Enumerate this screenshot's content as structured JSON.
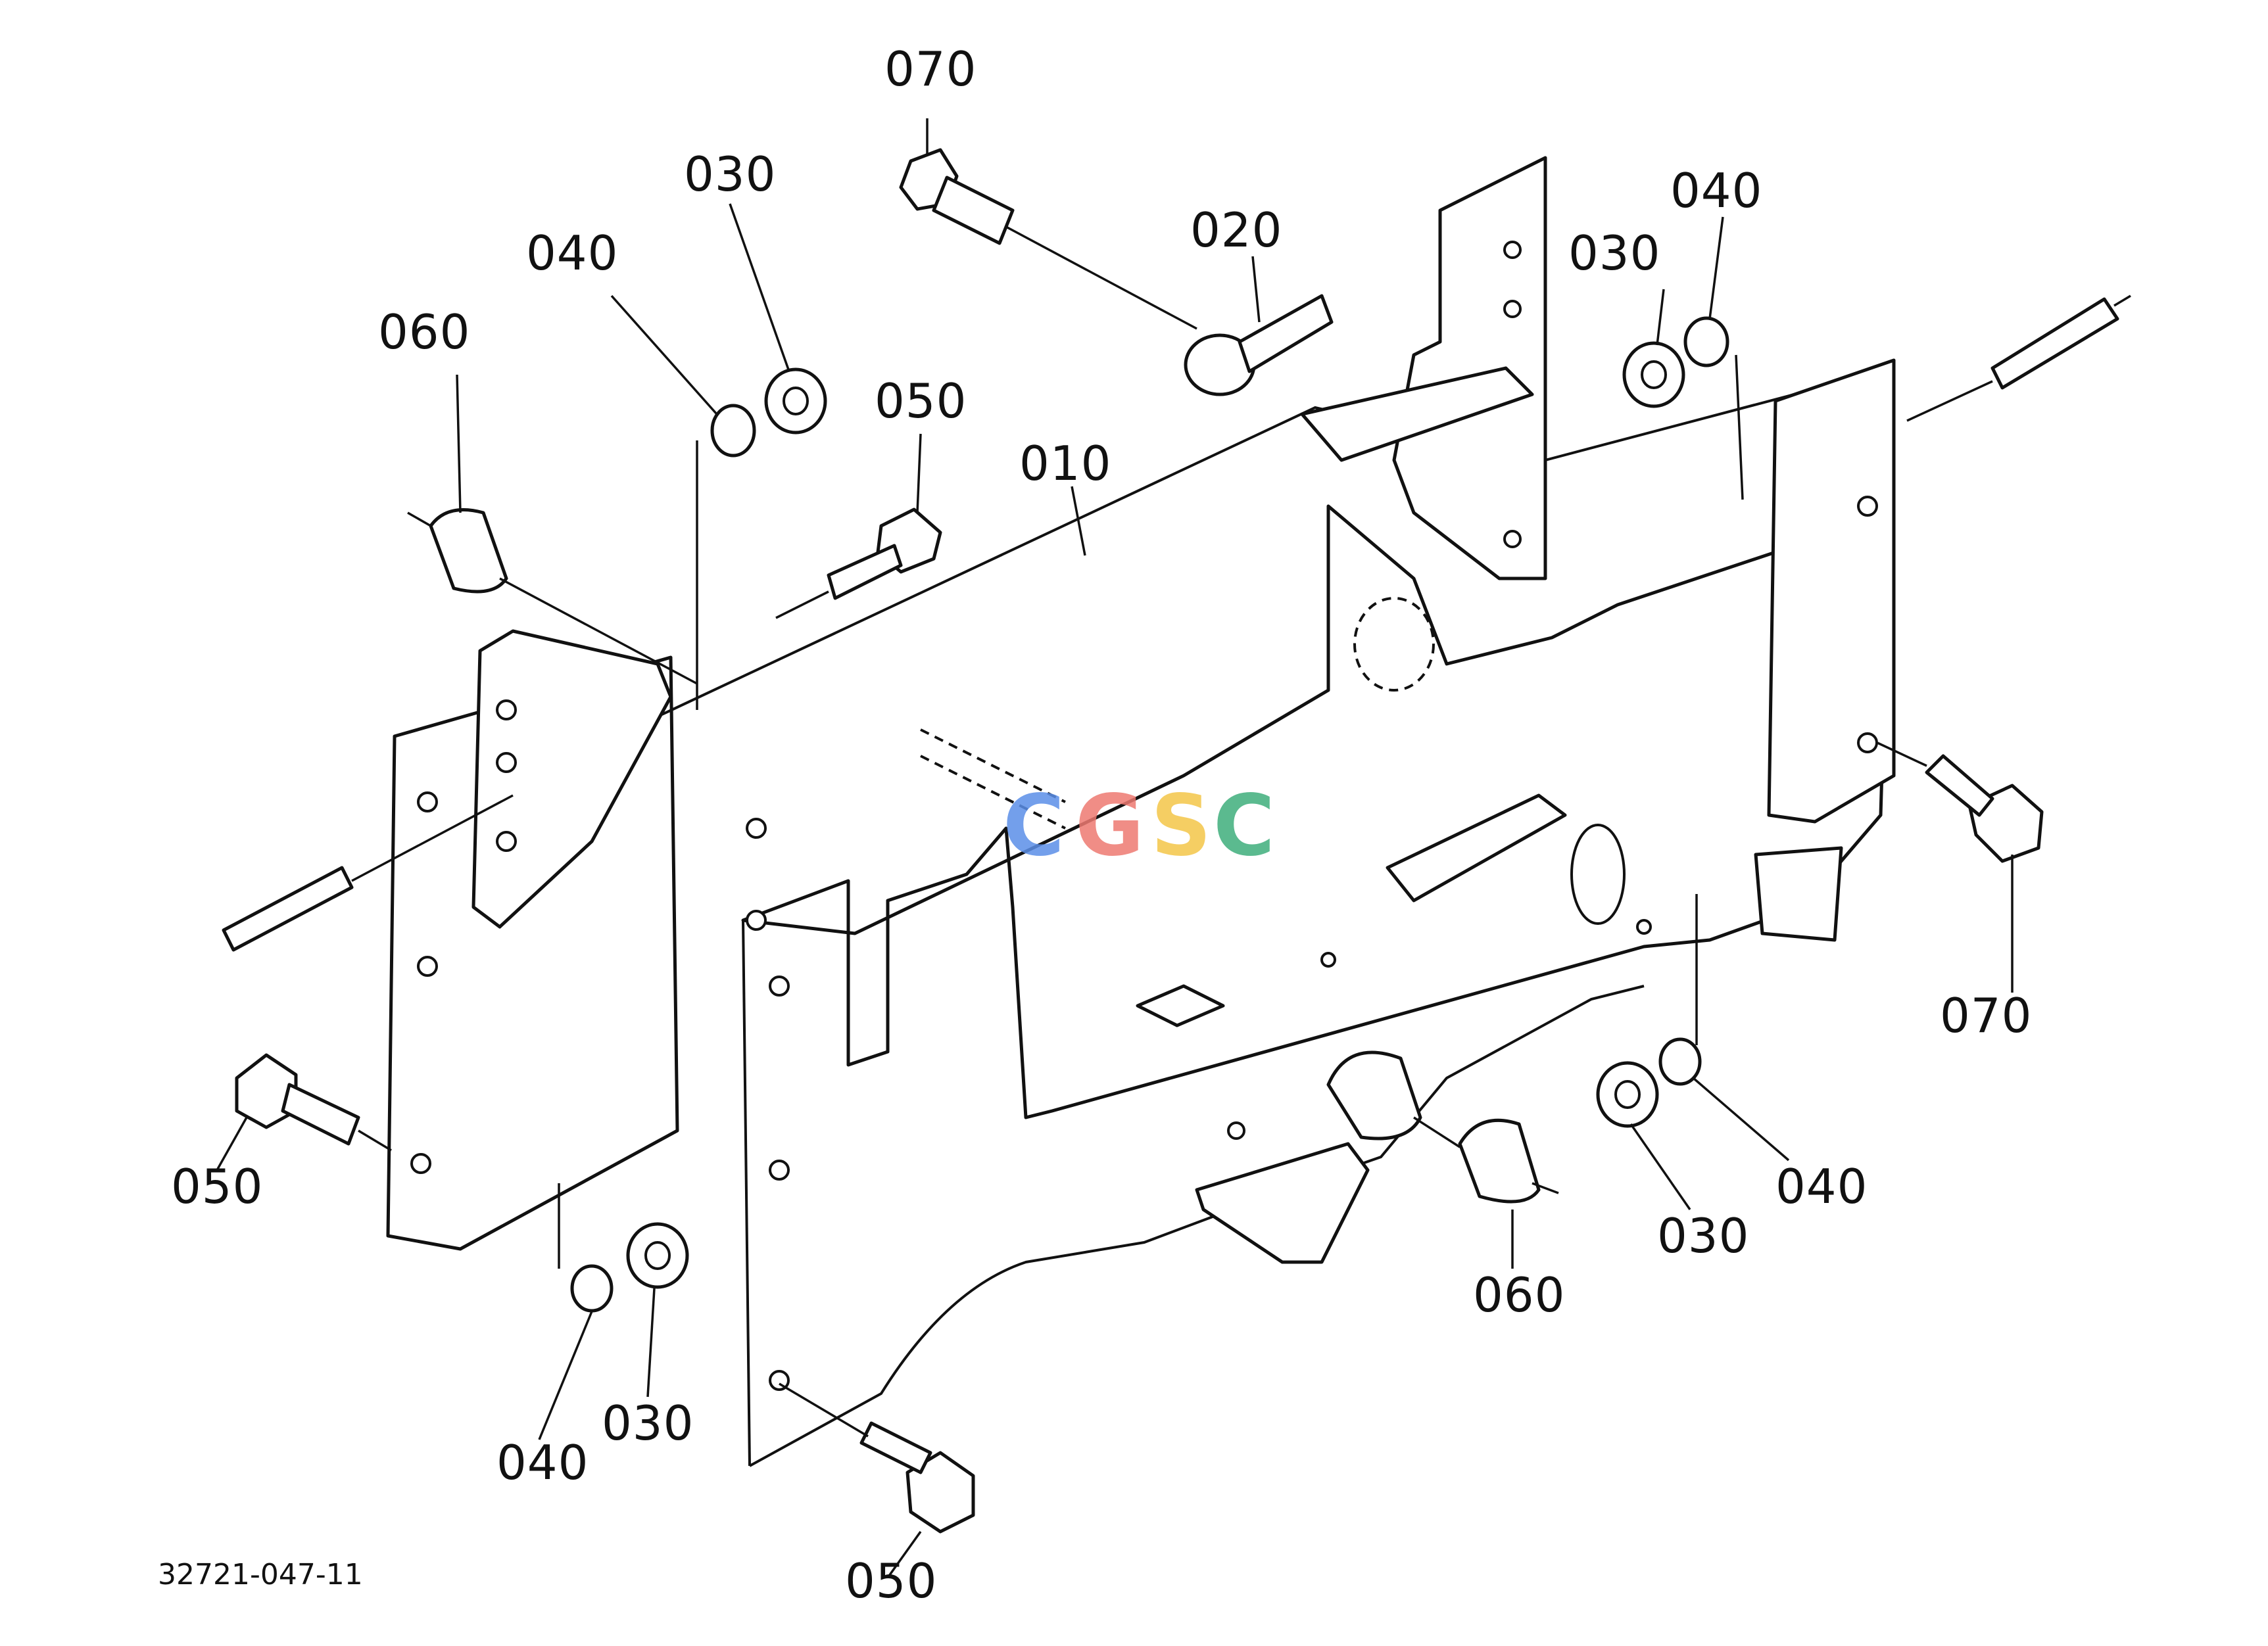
{
  "drawing": {
    "drawing_number": "32721-047-11",
    "watermark": {
      "letters": [
        "C",
        "G",
        "S",
        "C"
      ],
      "colors": [
        "#5b8fe8",
        "#ee7a72",
        "#f4c648",
        "#3fae7c"
      ]
    }
  },
  "callouts": [
    {
      "label": "070"
    },
    {
      "label": "030"
    },
    {
      "label": "040"
    },
    {
      "label": "020"
    },
    {
      "label": "030"
    },
    {
      "label": "040"
    },
    {
      "label": "060"
    },
    {
      "label": "050"
    },
    {
      "label": "010"
    },
    {
      "label": "070"
    },
    {
      "label": "050"
    },
    {
      "label": "040"
    },
    {
      "label": "030"
    },
    {
      "label": "060"
    },
    {
      "label": "030"
    },
    {
      "label": "040"
    },
    {
      "label": "050"
    }
  ]
}
